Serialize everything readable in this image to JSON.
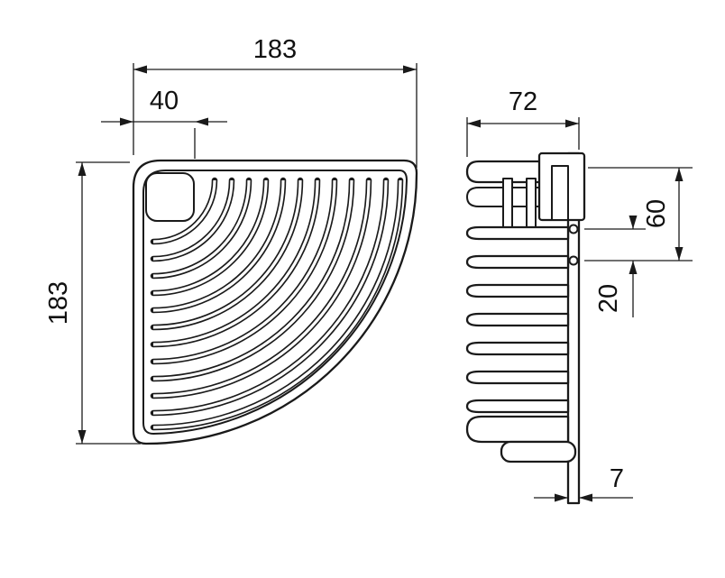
{
  "views": {
    "top_view": {
      "dims": {
        "width": "183",
        "corner_offset": "40",
        "height": "183"
      }
    },
    "side_view": {
      "dims": {
        "depth": "72",
        "top_to_lower_hole": "60",
        "hole_spacing": "20",
        "plate_thickness": "7"
      }
    }
  },
  "colors": {
    "line": "#1a1a1a",
    "background": "#ffffff"
  }
}
